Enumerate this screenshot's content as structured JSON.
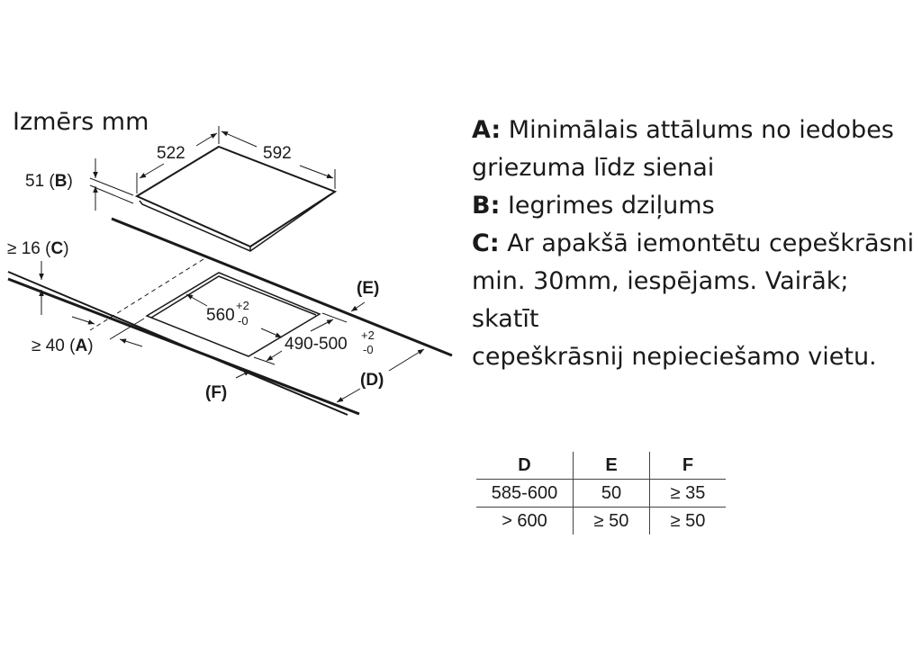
{
  "title": "Izmērs mm",
  "diagram": {
    "hob_depth": "522",
    "hob_width": "592",
    "b_value": "51",
    "b_letter": "B",
    "c_value": "≥ 16",
    "c_letter": "C",
    "a_value": "≥ 40",
    "a_letter": "A",
    "cutout_width": "560",
    "cutout_width_tol_plus": "+2",
    "cutout_width_tol_minus": "-0",
    "cutout_depth": "490-500",
    "cutout_depth_tol_plus": "+2",
    "cutout_depth_tol_minus": "-0",
    "d_label": "(D)",
    "e_label": "(E)",
    "f_label": "(F)"
  },
  "legend": [
    {
      "key": "A:",
      "text": " Minimālais attālums no iedobes"
    },
    {
      "key": "",
      "text": "griezuma līdz sienai"
    },
    {
      "key": "B:",
      "text": " Iegrimes dziļums"
    },
    {
      "key": "C:",
      "text": " Ar apakšā iemontētu cepeškrāsni"
    },
    {
      "key": "",
      "text": "min. 30mm, iespējams. Vairāk;"
    },
    {
      "key": "",
      "text": "skatīt"
    },
    {
      "key": "",
      "text": "cepeškrāsnij nepieciešamo vietu."
    }
  ],
  "table": {
    "headers": [
      "D",
      "E",
      "F"
    ],
    "rows": [
      [
        "585-600",
        "50",
        "≥ 35"
      ],
      [
        "> 600",
        "≥ 50",
        "≥ 50"
      ]
    ]
  }
}
